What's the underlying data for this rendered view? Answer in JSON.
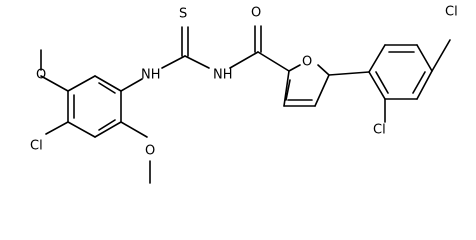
{
  "molecule": {
    "atoms": {
      "s_thio": "S",
      "o_carbonyl": "O",
      "o_furan": "O",
      "nh_left": "NH",
      "nh_right": "NH",
      "cl_top_right": "Cl",
      "cl_lower_right": "Cl",
      "cl_left": "Cl",
      "o_methoxy_top": "O",
      "o_methoxy_bottom": "O"
    }
  }
}
